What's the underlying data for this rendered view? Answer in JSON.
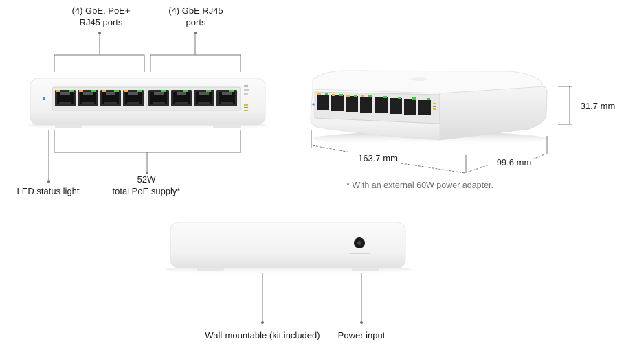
{
  "callouts": {
    "poe_ports": [
      "(4) GbE, PoE+",
      "RJ45 ports"
    ],
    "rj45_ports": [
      "(4) GbE RJ45",
      "ports"
    ],
    "poe_supply": [
      "52W",
      "total PoE supply*"
    ],
    "led_status": "LED status light",
    "wall_mount": "Wall-mountable (kit included)",
    "power_input": "Power input"
  },
  "dimensions": {
    "height": "31.7 mm",
    "width": "163.7 mm",
    "depth": "99.6 mm"
  },
  "footnote": "* With an external 60W power adapter.",
  "colors": {
    "port_led_green": "#3fca3f",
    "port_led_amber": "#f2b233",
    "status_led_blue": "#2f8ff0",
    "callout_line": "#777777"
  }
}
